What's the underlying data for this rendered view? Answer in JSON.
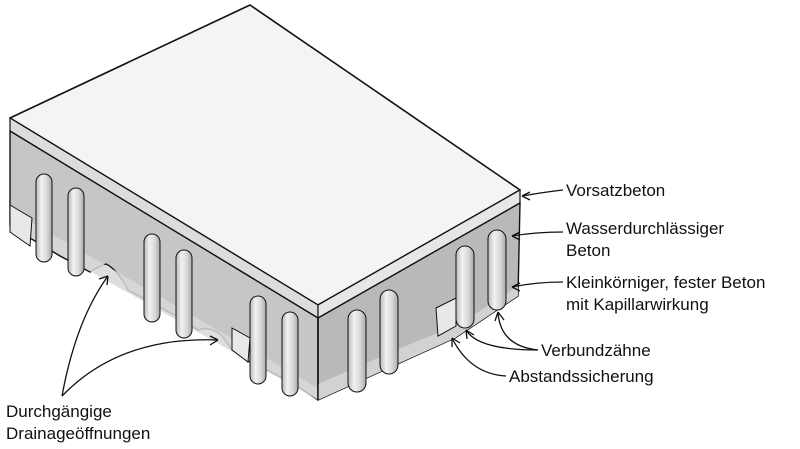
{
  "labels": {
    "vorsatzbeton": "Vorsatzbeton",
    "wasserdurchlaessig_1": "Wasserdurchlässiger",
    "wasserdurchlaessig_2": "Beton",
    "kleinkoernig_1": "Kleinkörniger, fester Beton",
    "kleinkoernig_2": "mit Kapillarwirkung",
    "verbundzaehne": "Verbundzähne",
    "abstandssicherung": "Abstandssicherung",
    "drainage_1": "Durchgängige",
    "drainage_2": "Drainageöffnungen"
  }
}
